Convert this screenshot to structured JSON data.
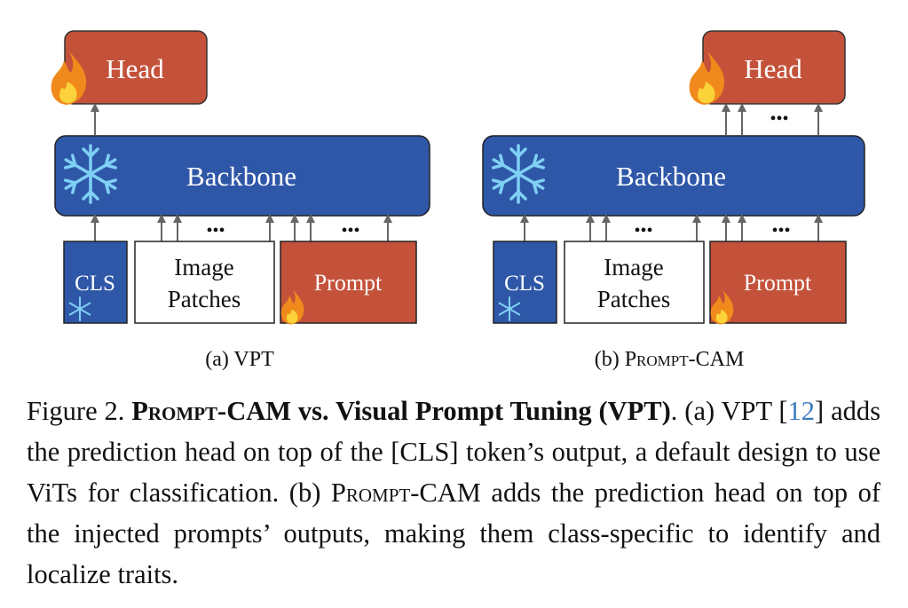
{
  "panels": [
    {
      "id": "a",
      "head_label": "Head",
      "backbone_label": "Backbone",
      "cls_label": "CLS",
      "patches_line1": "Image",
      "patches_line2": "Patches",
      "prompt_label": "Prompt",
      "caption_prefix": "(a) ",
      "caption_name": "VPT"
    },
    {
      "id": "b",
      "head_label": "Head",
      "backbone_label": "Backbone",
      "cls_label": "CLS",
      "patches_line1": "Image",
      "patches_line2": "Patches",
      "prompt_label": "Prompt",
      "caption_prefix": "(b) ",
      "caption_name": "Prompt-CAM"
    }
  ],
  "ellipsis": "•••",
  "colors": {
    "head": "#c4523a",
    "backbone": "#2f57a8",
    "cls": "#2f57a8",
    "prompt": "#c4523a",
    "arrow": "#666666",
    "snowflake": "#7fd0f5",
    "flame": "#f08a1c"
  },
  "icons": {
    "frozen": "snowflake-icon",
    "trainable": "flame-icon"
  },
  "caption": {
    "figure_label": "Figure 2. ",
    "title_sc": "Prompt",
    "title_rest": "-CAM vs. Visual Prompt Tuning (VPT)",
    "after_title": ". (a) VPT [",
    "ref": "12",
    "text_a": "] adds the prediction head on top of the [CLS] token’s output, a default design to use ViTs for classification. (b) ",
    "sc2": "Prompt",
    "text_b": "-CAM adds the prediction head on top of the injected prompts’ outputs, making them class-specific to identify and localize traits."
  }
}
